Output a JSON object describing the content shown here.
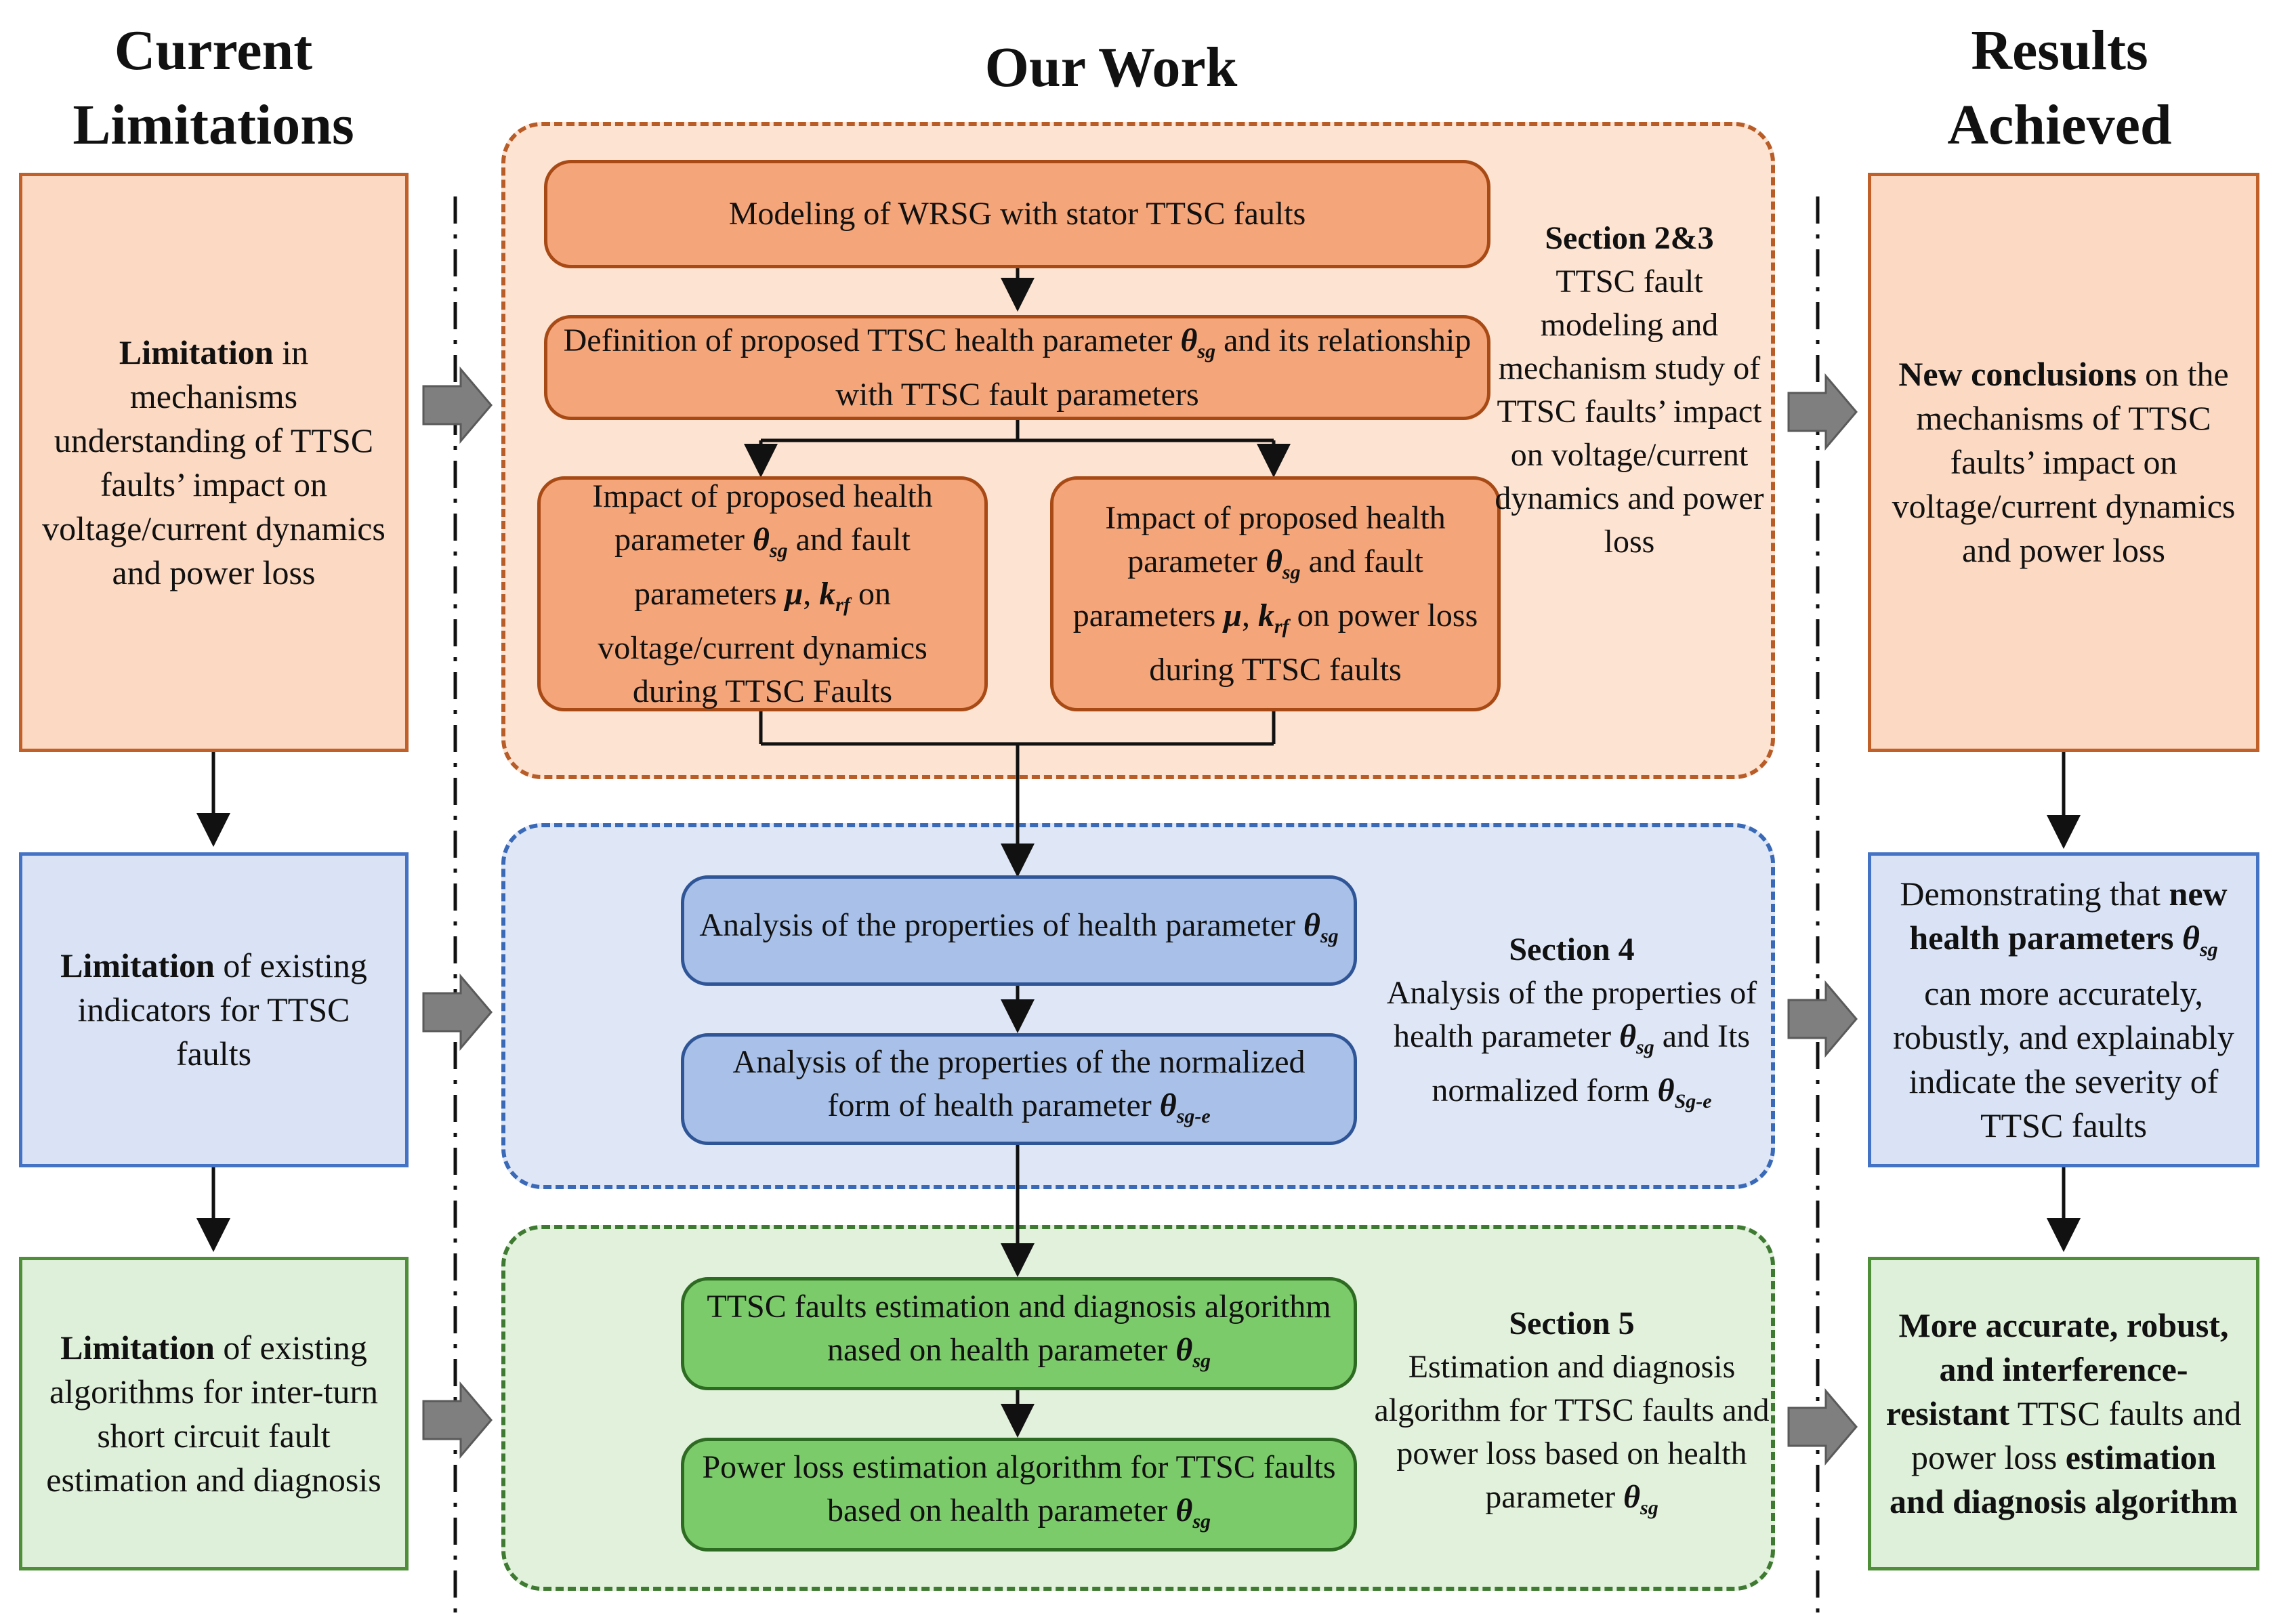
{
  "columns": {
    "left": [
      "Current",
      "Limitations"
    ],
    "middle": "Our Work",
    "right": [
      "Results",
      "Achieved"
    ]
  },
  "left_boxes": [
    {
      "bold": "Limitation",
      "rest": " in mechanisms understanding of TTSC faults’ impact on voltage/current dynamics and power loss"
    },
    {
      "bold": "Limitation",
      "rest": " of existing indicators for TTSC faults"
    },
    {
      "bold": "Limitation",
      "rest": " of existing algorithms for inter-turn short circuit fault estimation and diagnosis"
    }
  ],
  "nodes": {
    "modeling": "Modeling of WRSG with stator TTSC faults",
    "definition_a": "Definition of proposed TTSC health parameter ",
    "definition_b": " and its relationship with TTSC fault parameters",
    "impact_vc_a": "Impact of proposed health parameter ",
    "impact_vc_b": " and fault parameters ",
    "impact_vc_c": " on voltage/current dynamics during TTSC Faults",
    "impact_pl_a": "Impact of proposed health parameter ",
    "impact_pl_b": " and fault parameters ",
    "impact_pl_c": " on power loss during TTSC faults",
    "analysis_a": "Analysis of the properties of health parameter ",
    "analysis_norm_a": "Analysis of the properties of the normalized form of health parameter ",
    "estimation_a": "TTSC faults estimation and diagnosis algorithm nased on health parameter ",
    "powerloss_a": "Power loss estimation algorithm for TTSC faults based on health parameter "
  },
  "symbols": {
    "theta": "θ",
    "sg": "sg",
    "sg_e": "sg-e",
    "Sg_e": "Sg-e",
    "mu": "μ",
    "comma": ", ",
    "k": "k",
    "rf": "rf"
  },
  "sections": [
    {
      "title": "Section 2&3",
      "text": "TTSC fault modeling and mechanism study of TTSC faults’ impact on voltage/current dynamics and power loss"
    },
    {
      "title": "Section 4",
      "text_a": "Analysis of the properties of health parameter ",
      "text_b": " and Its normalized form "
    },
    {
      "title": "Section 5",
      "text_a": "Estimation and diagnosis algorithm for TTSC faults and power loss based on health parameter "
    }
  ],
  "right_boxes": {
    "box1": {
      "bold": "New conclusions",
      "rest": " on the mechanisms of TTSC faults’ impact on voltage/current dynamics and power loss"
    },
    "box2": {
      "pre": "Demonstrating that ",
      "bold": "new health parameters ",
      "rest": " can more accurately, robustly, and explainably indicate the severity of TTSC faults"
    },
    "box3": {
      "bold1": "More accurate, robust, and interference-resistant",
      "mid": " TTSC faults and power loss ",
      "bold2": "estimation and diagnosis algorithm"
    }
  },
  "colors": {
    "orange_fill": "#fcd9c2",
    "orange_node": "#f4a579",
    "blue_fill": "#d9e3f5",
    "blue_node": "#a9c1e8",
    "green_fill": "#dff0da",
    "green_node": "#7ccb6a",
    "arrow_gray": "#7f7f7f"
  }
}
